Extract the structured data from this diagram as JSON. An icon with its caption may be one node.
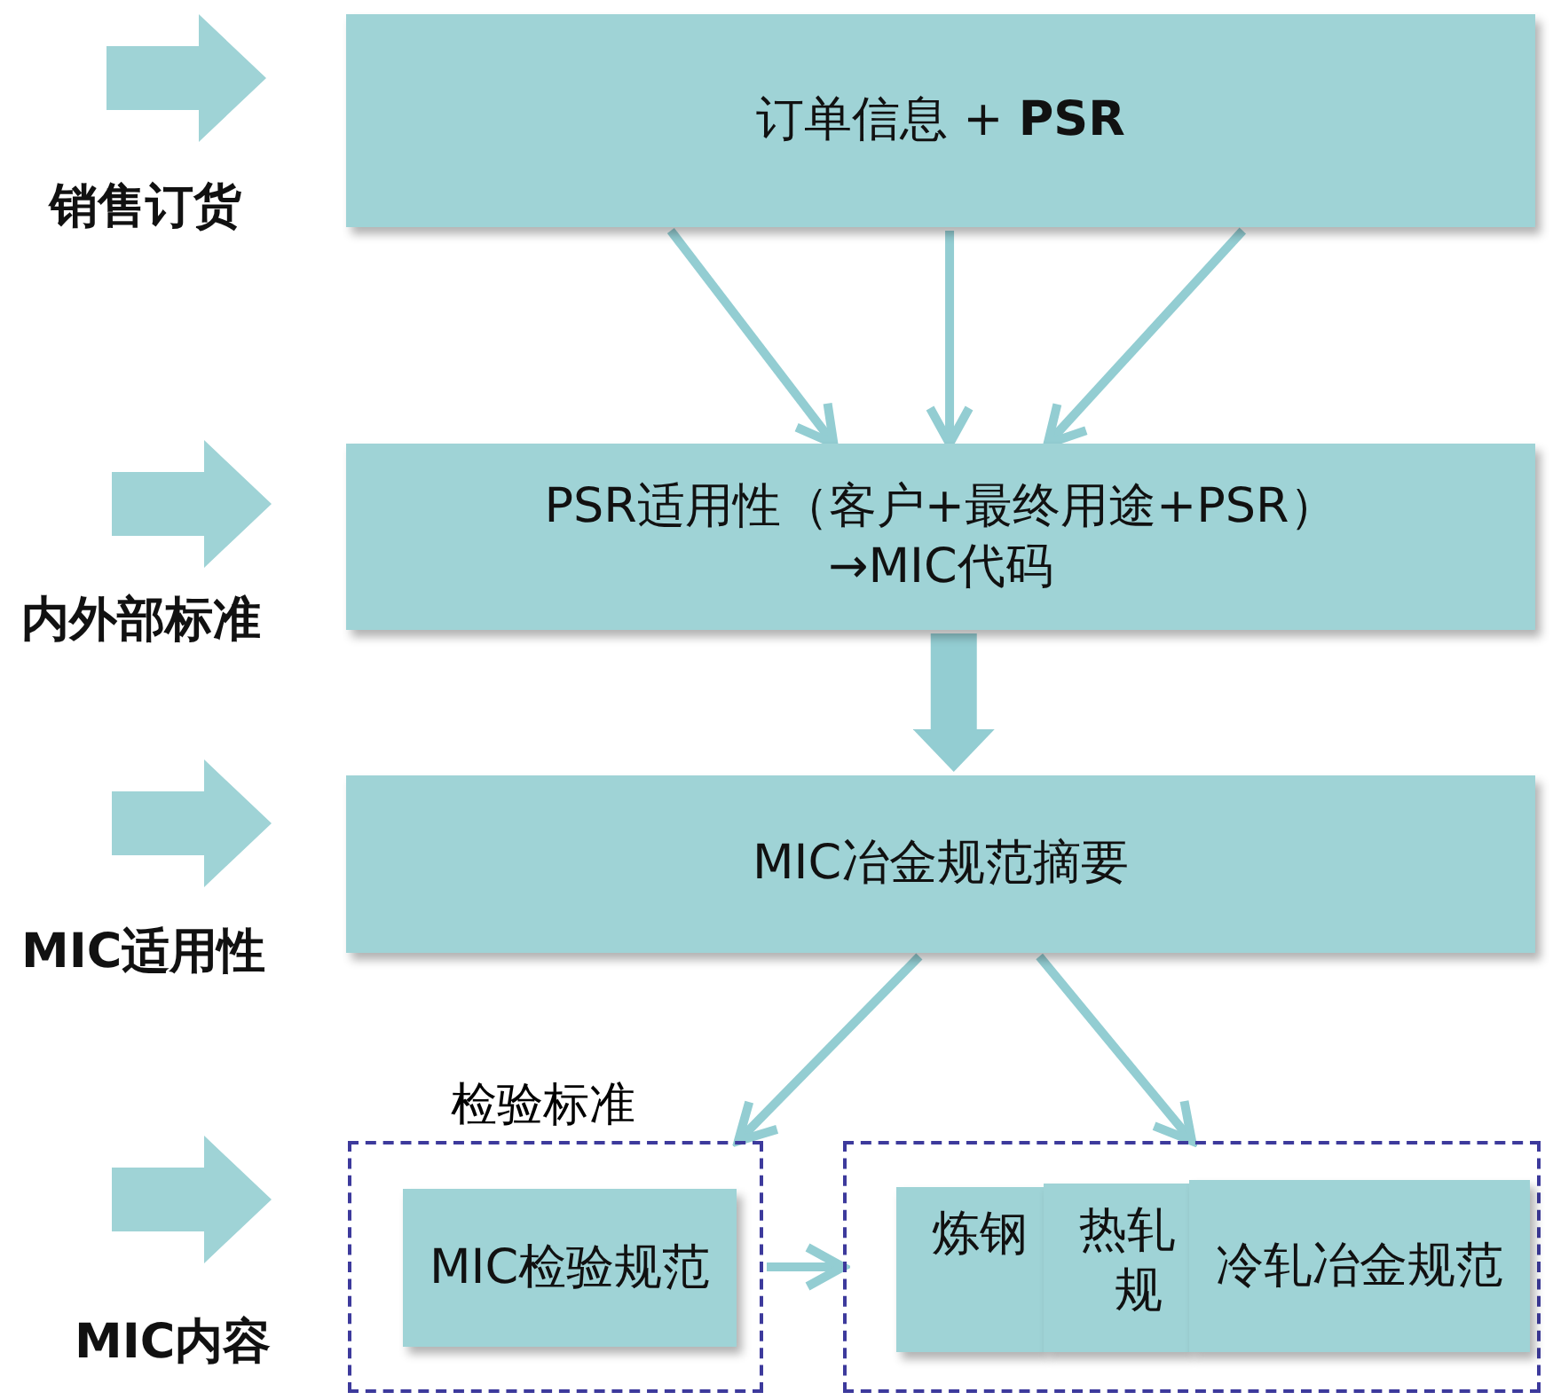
{
  "diagram": {
    "nodes": [
      {
        "text": [
          "订单信息 + **PSR**"
        ]
      },
      {
        "text": [
          "PSR适用性（客户+最终用途+PSR）",
          "→MIC代码"
        ]
      },
      {
        "text": [
          "MIC冶金规范摘要"
        ]
      },
      {
        "text": [
          "检验标准"
        ]
      },
      {
        "text": [
          "MIC检验规范"
        ],
        "in": 3
      },
      {
        "text": [],
        "shape": "box"
      },
      {
        "text": [
          "炼钢"
        ],
        "in": 5
      },
      {
        "text": [
          "热轧",
          "规"
        ],
        "in": 5
      },
      {
        "text": [
          "冷轧冶金规范"
        ],
        "in": 5
      }
    ],
    "edges": [
      {
        "from": 0,
        "to": 1,
        "arrow": "to"
      },
      {
        "from": 0,
        "to": 1,
        "arrow": "to"
      },
      {
        "from": 0,
        "to": 1,
        "arrow": "to"
      },
      {
        "from": 1,
        "to": 2,
        "arrow": "to",
        "style": "thick"
      },
      {
        "from": 2,
        "to": 3,
        "arrow": "to"
      },
      {
        "from": 2,
        "to": 5,
        "arrow": "to"
      },
      {
        "from": 3,
        "to": 5,
        "arrow": "to"
      }
    ],
    "labels": [
      "销售订货",
      "内外部标准",
      "MIC适用性",
      "MIC内容"
    ]
  }
}
